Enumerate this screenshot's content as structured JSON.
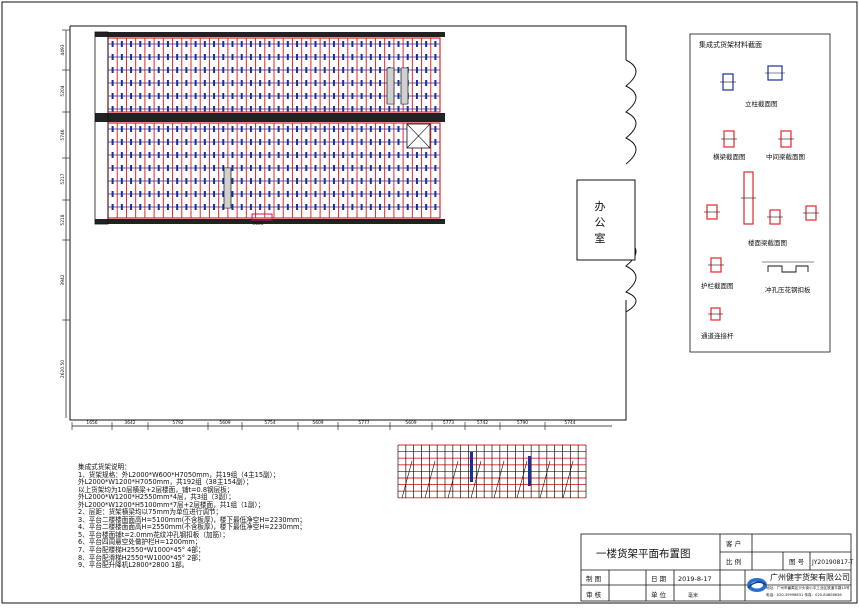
{
  "office_label": "办公室",
  "office_chars": [
    "办",
    "公",
    "室"
  ],
  "materials": {
    "title": "集成式货架材料截面",
    "upright": "立柱截面图",
    "beam": "横梁截面图",
    "mid_beam": "中间梁截面图",
    "floor_beam": "楼面梁截面图",
    "guardrail": "护栏截面图",
    "deck": "冲孔压花钢扣板",
    "connector": "通道连接杆"
  },
  "dims_bottom": [
    "1656",
    "3642",
    "5792",
    "5609",
    "5754",
    "5609",
    "5777",
    "5609",
    "5773",
    "5742",
    "5790",
    "5744"
  ],
  "dims_left": [
    "4493",
    "5204",
    "5746",
    "5217",
    "5218",
    "3942",
    "2620.50"
  ],
  "dim_mid": "3600",
  "notes": [
    "集成式货架说明：",
    "1、货架规格：外L2000*W600*H7050mm，共19组（4主15副）；",
    "      外L2000*W1200*H7050mm，共192组（38主154副）；",
    "      以上货架均为10层横梁+2层楼面，铺t=0.8钢层板；",
    "      外L2000*W1200*H2550mm*4层，共3组（3副）；",
    "      外L2000*W1200*H5100mm*7层+2层楼面，共1组（1副）；",
    "2、层距：货架横梁均以75mm为单位进行调节；",
    "3、平台二楼楼面面高H=5100mm(不含板厚)，楼下最低净空H=2230mm；",
    "4、平台二楼楼面面高H=2550mm(不含板厚)，楼下最低净空H=2230mm；",
    "5、平台楼面铺t=2.0mm花纹冲孔钢扣板（加筋）；",
    "6、平台四周悬空处做护栏H=1200mm；",
    "7、平台配楼梯H2550*W1000*45°  4部；",
    "8、平台配滑梯H2550*W1000*45°  2部；",
    "9、平台配升降机L2800*2800    1部。"
  ],
  "title_block": {
    "drawing_title": "一楼货架平面布置图",
    "client_label": "客  户",
    "scale_label": "比  例",
    "drawing_no_label": "图  号",
    "drawing_no": "JY20190817-T",
    "drawn_label": "制  图",
    "date_label": "日  期",
    "date": "2019-8-17",
    "review_label": "审  核",
    "unit_label": "单  位",
    "unit_value": "毫米",
    "company": "广州健宇货架有限公司",
    "address": "地址：广州市番禺区沙头街小平工业区铁道平路15号",
    "phone": "电话：020-39998631    传真：020-84808636"
  },
  "colors": {
    "frame": "#1a1a2e",
    "beam": "#e0282e",
    "upright": "#1b2f9c",
    "aisle": "#222222",
    "stair": "#cc1155"
  }
}
